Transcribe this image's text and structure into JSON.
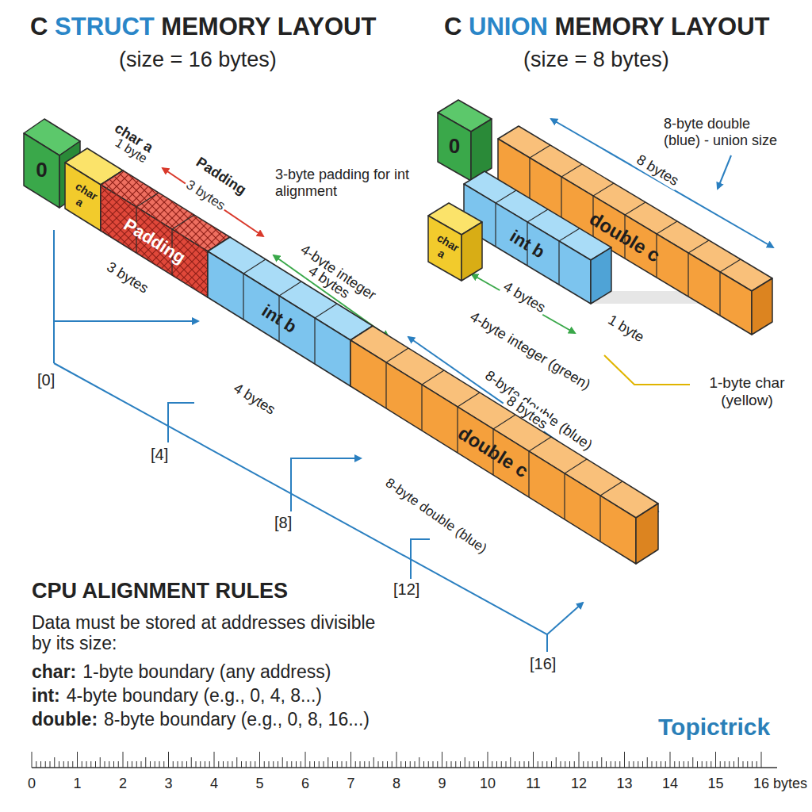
{
  "diagram": {
    "title": "C STRUCT MEMORY LAYOUT",
    "nodes": [
      {
        "text": [
          "0"
        ]
      },
      {
        "text": [
          "char a"
        ]
      },
      {
        "text": [
          "Padding"
        ]
      },
      {
        "text": [
          "int b"
        ]
      },
      {
        "text": [
          "double c"
        ]
      },
      {
        "text": [
          "0"
        ]
      },
      {
        "text": [
          "int b"
        ]
      },
      {
        "text": [
          "double c"
        ]
      },
      {
        "text": [
          "char a"
        ]
      }
    ],
    "labels": [
      "(size = 16 bytes)",
      "C UNION MEMORY LAYOUT",
      "(size = 8 bytes)",
      "char a",
      "1 byte",
      "Padding",
      "3 bytes",
      "3-byte padding for int alignment",
      "3 bytes",
      "4-byte integer",
      "4 bytes",
      "4 bytes",
      "8-byte double (blue)",
      "8 bytes",
      "8-byte double (blue)",
      "[0]",
      "[4]",
      "[8]",
      "[12]",
      "[16]",
      "8-byte double (blue) - union size",
      "8 bytes",
      "4 bytes",
      "4-byte integer (green)",
      "1 byte",
      "1-byte char (yellow)",
      "CPU ALIGNMENT RULES",
      "Data must be stored at addresses divisible by its size:",
      "char:",
      "1-byte boundary (any address)",
      "int:",
      "4-byte boundary (e.g., 0, 4, 8...)",
      "double:",
      "8-byte boundary (e.g., 0, 8, 16...)",
      "Topictrick",
      "0",
      "1",
      "2",
      "3",
      "4",
      "5",
      "6",
      "7",
      "8",
      "9",
      "10",
      "11",
      "12",
      "13",
      "14",
      "15",
      "16",
      "bytes"
    ]
  }
}
